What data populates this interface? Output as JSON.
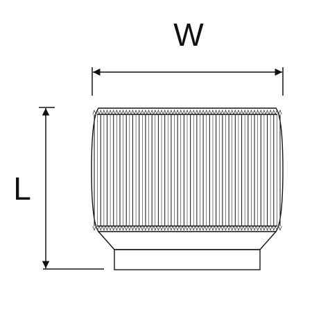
{
  "dimensions": {
    "width_label": "W",
    "length_label": "L"
  },
  "drawing": {
    "part": "knurled-fitting",
    "line_color": "#111111",
    "background": "#ffffff"
  }
}
